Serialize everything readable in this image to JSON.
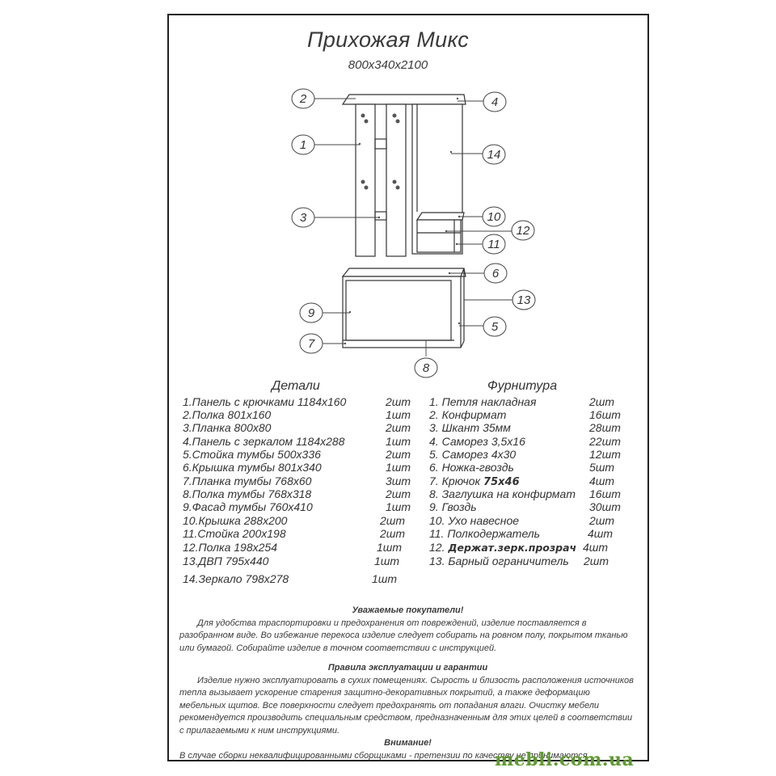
{
  "title": "Прихожая Микс",
  "dimensions": "800х340х2100",
  "callouts": [
    "1",
    "2",
    "3",
    "4",
    "5",
    "6",
    "7",
    "8",
    "9",
    "10",
    "11",
    "12",
    "13",
    "14"
  ],
  "details": {
    "heading": "Детали",
    "items": [
      {
        "name": "1.Панель с крючками   1184х160",
        "qty": "2шт"
      },
      {
        "name": "2.Полка   801х160",
        "qty": "1шт"
      },
      {
        "name": "3.Планка   800х80",
        "qty": "2шт"
      },
      {
        "name": "4.Панель с зеркалом   1184х288",
        "qty": "1шт"
      },
      {
        "name": "5.Стойка тумбы  500х336",
        "qty": "2шт"
      },
      {
        "name": "6.Крышка тумбы  801х340",
        "qty": "1шт"
      },
      {
        "name": "7.Планка тумбы  768х60",
        "qty": "3шт"
      },
      {
        "name": "8.Полка тумбы  768х318",
        "qty": "2шт"
      },
      {
        "name": "9.Фасад тумбы  760х410",
        "qty": "1шт"
      },
      {
        "name": "10.Крышка          288х200",
        "qty": "2шт"
      },
      {
        "name": "11.Стойка           200х198",
        "qty": "2шт"
      },
      {
        "name": "12.Полка            198х254",
        "qty": "1шт"
      },
      {
        "name": "13.ДВП           795х440",
        "qty": "1шт"
      },
      {
        "name": "14.Зеркало      798х278",
        "qty": "1шт"
      }
    ]
  },
  "hardware": {
    "heading": "Фурнитура",
    "items": [
      {
        "name": "1. Петля накладная",
        "qty": "2шт"
      },
      {
        "name": "2. Конфирмат",
        "qty": "16шт"
      },
      {
        "name": "3. Шкант  35мм",
        "qty": "28шт"
      },
      {
        "name": "4. Саморез  3,5х16",
        "qty": "22шт"
      },
      {
        "name": "5. Саморез   4х30",
        "qty": "12шт"
      },
      {
        "name": "6. Ножка-гвоздь",
        "qty": "5шт"
      },
      {
        "name": "7. Крючок",
        "extra": "75х46",
        "qty": "4шт"
      },
      {
        "name": "8. Заглушка на конфирмат",
        "qty": "16шт"
      },
      {
        "name": "9. Гвоздь",
        "qty": "30шт"
      },
      {
        "name": "10. Ухо навесное",
        "qty": "2шт"
      },
      {
        "name": "11. Полкодержатель",
        "qty": "4шт"
      },
      {
        "name": "12.",
        "bold": "Держат.зерк.прозрач",
        "qty": "4шт"
      },
      {
        "name": "13. Барный ограничитель",
        "qty": "2шт"
      }
    ]
  },
  "notes": {
    "customers_heading": "Уважаемые покупатели!",
    "customers_text": "Для удобства траспортировки и предохранения от повреждений, изделие поставляется в разобранном виде. Во избежание перекоса изделие следует собирать на ровном полу, покрытом тканью или бумагой. Собирайте изделие в точном соответствии с инструкцией.",
    "rules_heading": "Правила эксплуатации и гарантии",
    "rules_text": "Изделие нужно эксплуатировать в сухих помещениях. Сырость и близость расположения источников тепла вызывает ускорение старения защитно-декоративных покрытий, а также деформацию мебельных щитов. Все поверхности следует предохранять от попадания влаги. Очистку мебели рекомендуется производить специальным средством, предназначенным для этих целей в соответствии с прилагаемыми к ним инструкциями.",
    "attention_heading": "Внимание!",
    "attention_text": "В случае сборки неквалифицированными сборщиками - претензии по качеству не принимаются."
  },
  "watermark": "mebli.com.ua"
}
